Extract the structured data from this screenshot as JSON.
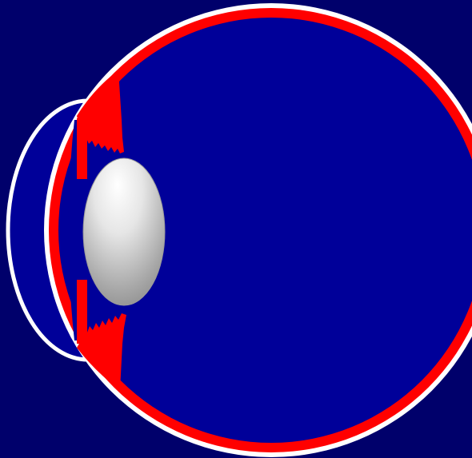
{
  "diagram": {
    "subject": "eye-cross-section",
    "parts": [
      {
        "id": "sclera",
        "icon": "white-outer-ring"
      },
      {
        "id": "retina",
        "icon": "red-inner-ring"
      },
      {
        "id": "cornea",
        "icon": "white-front-arc"
      },
      {
        "id": "anterior-chamber",
        "icon": "blue-fill"
      },
      {
        "id": "iris",
        "icon": "red-bars"
      },
      {
        "id": "ciliary-body",
        "icon": "red-ruffled-wedge"
      },
      {
        "id": "lens",
        "icon": "grey-ellipse"
      },
      {
        "id": "vitreous-body",
        "icon": "blue-fill"
      }
    ],
    "colors": {
      "background": "#00006b",
      "chamber_fill": "#000099",
      "outline": "#ffffff",
      "tissue": "#ff0000",
      "lens_light": "#ffffff",
      "lens_dark": "#8c8c8c"
    }
  }
}
